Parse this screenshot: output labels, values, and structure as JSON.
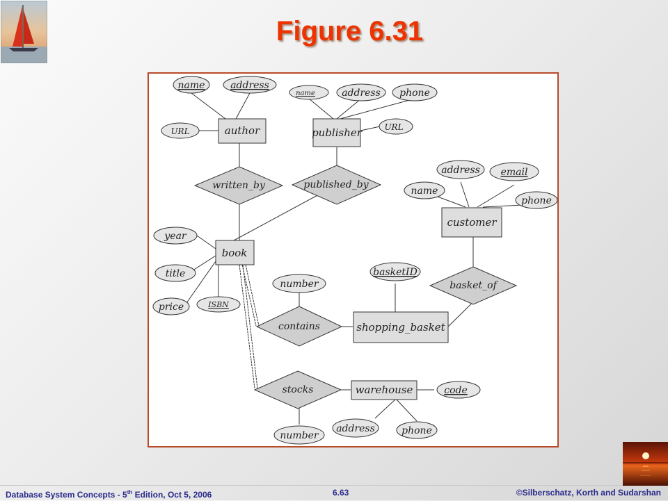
{
  "slide": {
    "title": "Figure 6.31"
  },
  "footer": {
    "book": "Database  System Concepts  - 5",
    "edition_sup": "th",
    "edition_rest": " Edition, Oct 5, 2006",
    "page": "6.63",
    "copyright": "©Silberschatz, Korth and Sudarshan"
  },
  "diagram": {
    "entities": {
      "author": "author",
      "publisher": "publisher",
      "customer": "customer",
      "book": "book",
      "shopping_basket": "shopping_basket",
      "warehouse": "warehouse"
    },
    "relationships": {
      "written_by": "written_by",
      "published_by": "published_by",
      "basket_of": "basket_of",
      "contains": "contains",
      "stocks": "stocks"
    },
    "attributes": {
      "author_name": "name",
      "author_address": "address",
      "author_url": "URL",
      "publisher_name": "name",
      "publisher_address": "address",
      "publisher_phone": "phone",
      "publisher_url": "URL",
      "customer_address": "address",
      "customer_email": "email",
      "customer_name": "name",
      "customer_phone": "phone",
      "book_year": "year",
      "book_title": "title",
      "book_price": "price",
      "book_isbn": "ISBN",
      "basket_id": "basketID",
      "contains_number": "number",
      "warehouse_code": "code",
      "warehouse_address": "address",
      "warehouse_phone": "phone",
      "stocks_number": "number"
    }
  }
}
